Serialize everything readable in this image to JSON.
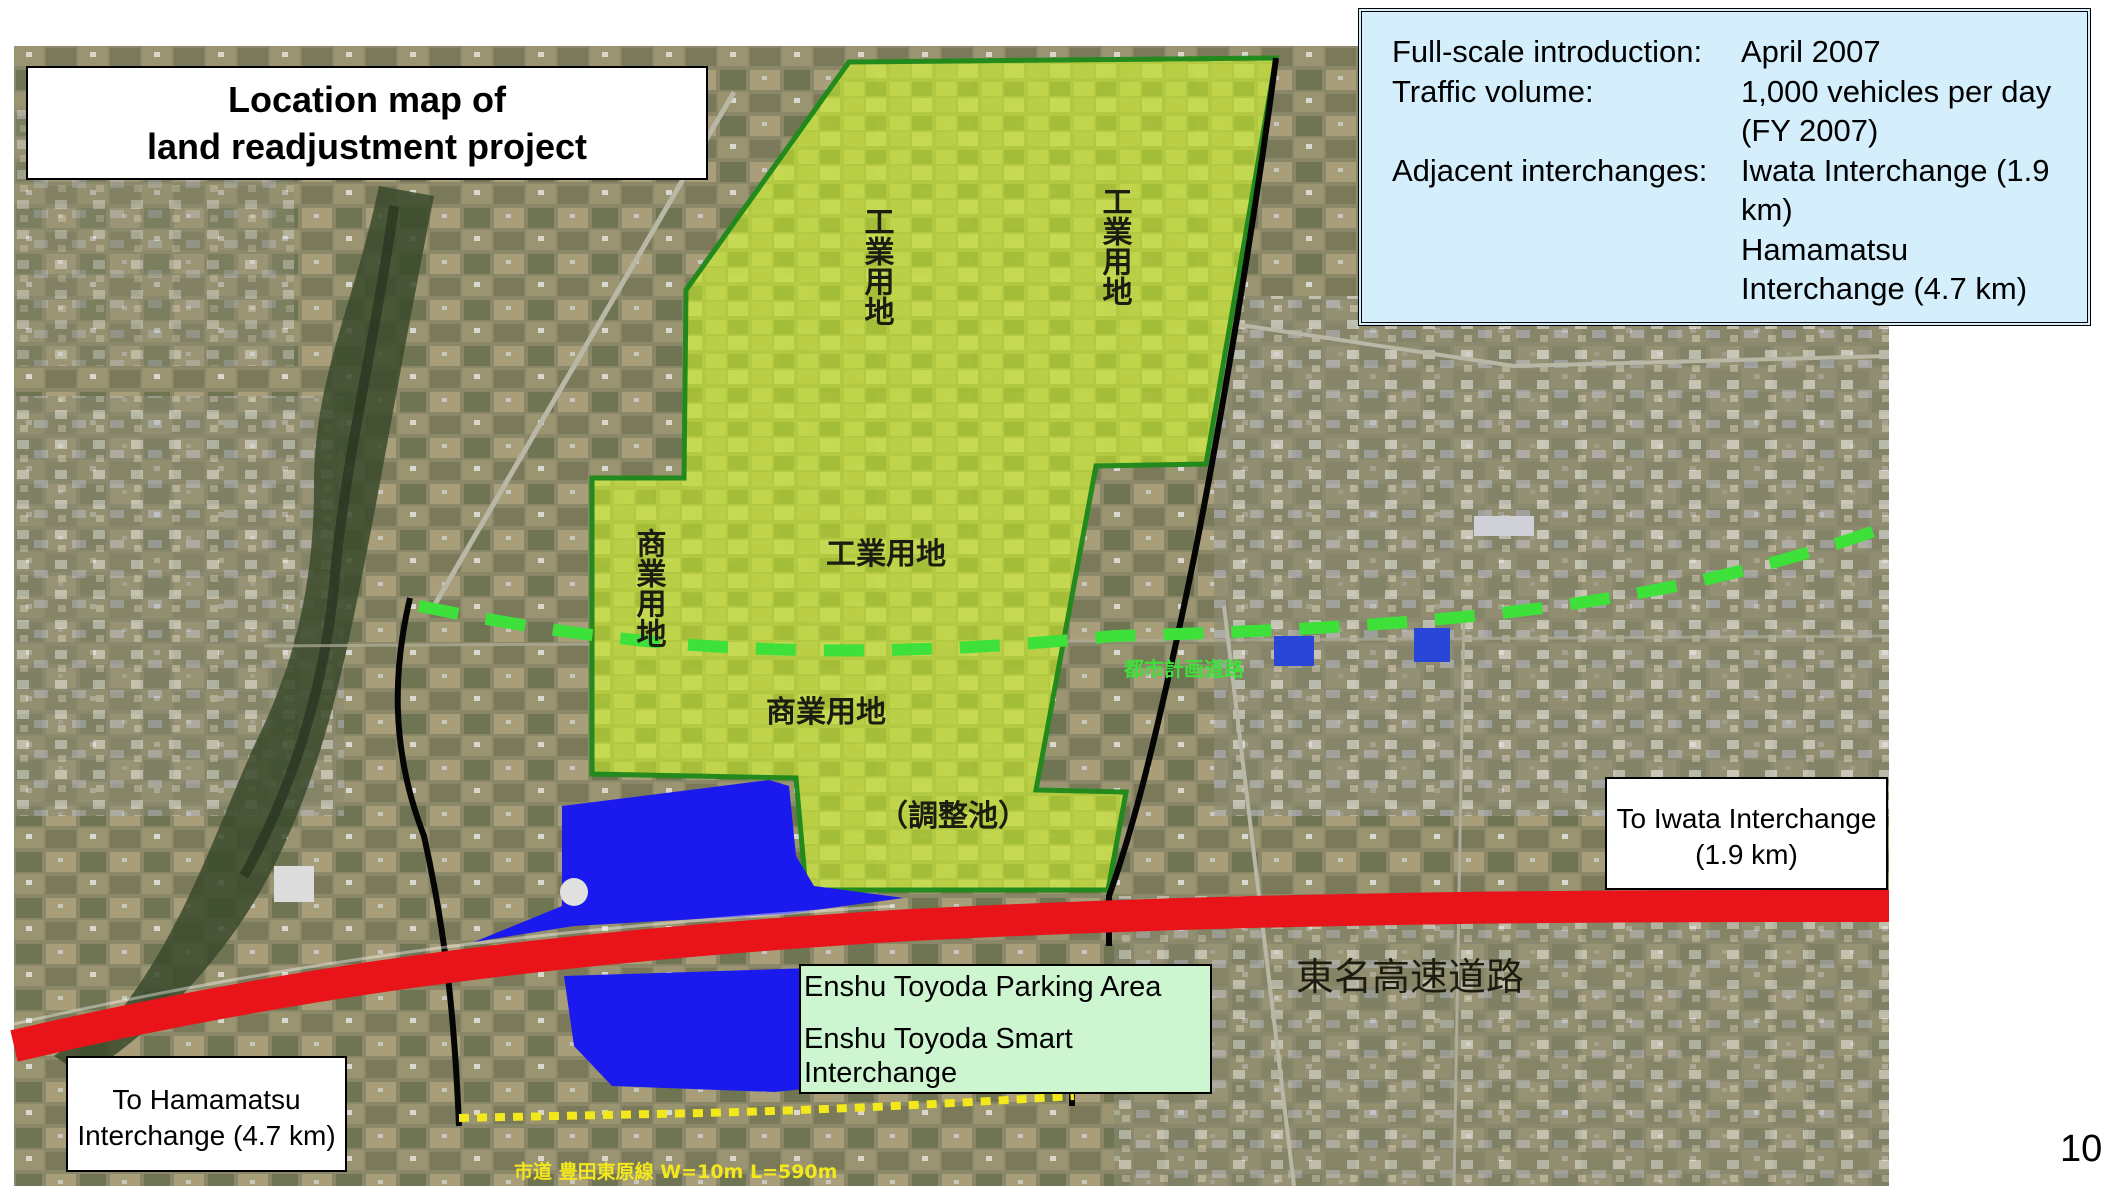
{
  "title": {
    "line1": "Location map of",
    "line2": "land readjustment project"
  },
  "info": {
    "rows": [
      {
        "key": "Full-scale introduction:",
        "value": "April 2007"
      },
      {
        "key": "Traffic volume:",
        "value": "1,000 vehicles per day (FY 2007)"
      },
      {
        "key": "Adjacent interchanges:",
        "value": "Iwata Interchange (1.9 km)"
      },
      {
        "key": "",
        "value": "Hamamatsu Interchange (4.7 km)"
      }
    ]
  },
  "callouts": {
    "iwata": "To Iwata Interchange (1.9 km)",
    "hamamatsu": "To Hamamatsu Interchange (4.7 km)",
    "parking_area": "Enshu Toyoda Parking Area",
    "smart_ic": "Enshu Toyoda Smart Interchange"
  },
  "map_labels": {
    "industrial_vertical": "工業用地",
    "industrial": "工業用地",
    "commercial_vertical": "商業用地",
    "commercial": "商業用地",
    "pond": "（調整池）",
    "expressway": "東名高速道路",
    "city_road_north": "都市計画道路",
    "city_road_south": "市道 豊田東原線 W=10m L=590m"
  },
  "page_number": "10",
  "colors": {
    "expressway": "#e8141a",
    "project_area": "#c8e03a",
    "project_border": "#1f8a1a",
    "smart_ic_area": "#1a1aee",
    "info_bg": "#d4eefb",
    "parking_bg": "#ccf5d0",
    "planned_road": "#3ee03a",
    "municipal_road": "#f2e81c"
  }
}
